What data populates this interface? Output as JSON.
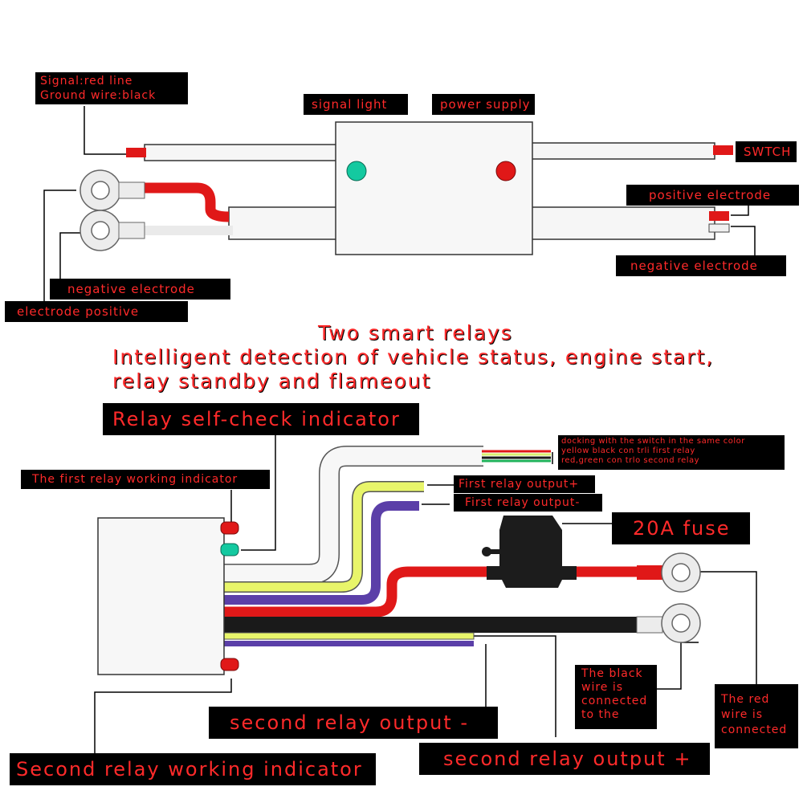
{
  "top": {
    "signal_ground": [
      "Signal:red line",
      "Ground wire:black"
    ],
    "signal_light": "signal light",
    "power_supply": "power supply",
    "switch": "SWTCH",
    "positive_electrode_right": "positive electrode",
    "negative_electrode_right": "negative electrode",
    "negative_electrode_left": "negative electrode",
    "electrode_positive_left": "electrode positive"
  },
  "title": {
    "line1": "Two smart relays",
    "line2": "Intelligent detection of vehicle status, engine start,",
    "line3": "relay standby and flameout"
  },
  "bottom": {
    "self_check": "Relay self-check indicator",
    "first_relay_indicator": "The first relay working indicator",
    "docking_note": [
      "docking with the switch in the same color",
      "yellow black con trli first relay",
      "red,green con trlo second relay"
    ],
    "first_out_plus": "First relay output+",
    "first_out_minus": "First relay output-",
    "fuse": "20A fuse",
    "black_wire_note": [
      "The black",
      "wire is",
      "connected",
      "to the"
    ],
    "red_wire_note": [
      "The red",
      "wire is",
      "connected"
    ],
    "second_out_minus": "second relay output -",
    "second_out_plus": "second relay output +",
    "second_relay_indicator": "Second relay working indicator"
  },
  "colors": {
    "label_bg": "#000000",
    "label_text": "#ff2a2a",
    "wire_red": "#e01818",
    "wire_black": "#1a1a1a",
    "wire_yellow": "#e8f56a",
    "wire_purple": "#5b3fa8",
    "led_green": "#14c9a0",
    "led_red": "#e01818"
  }
}
